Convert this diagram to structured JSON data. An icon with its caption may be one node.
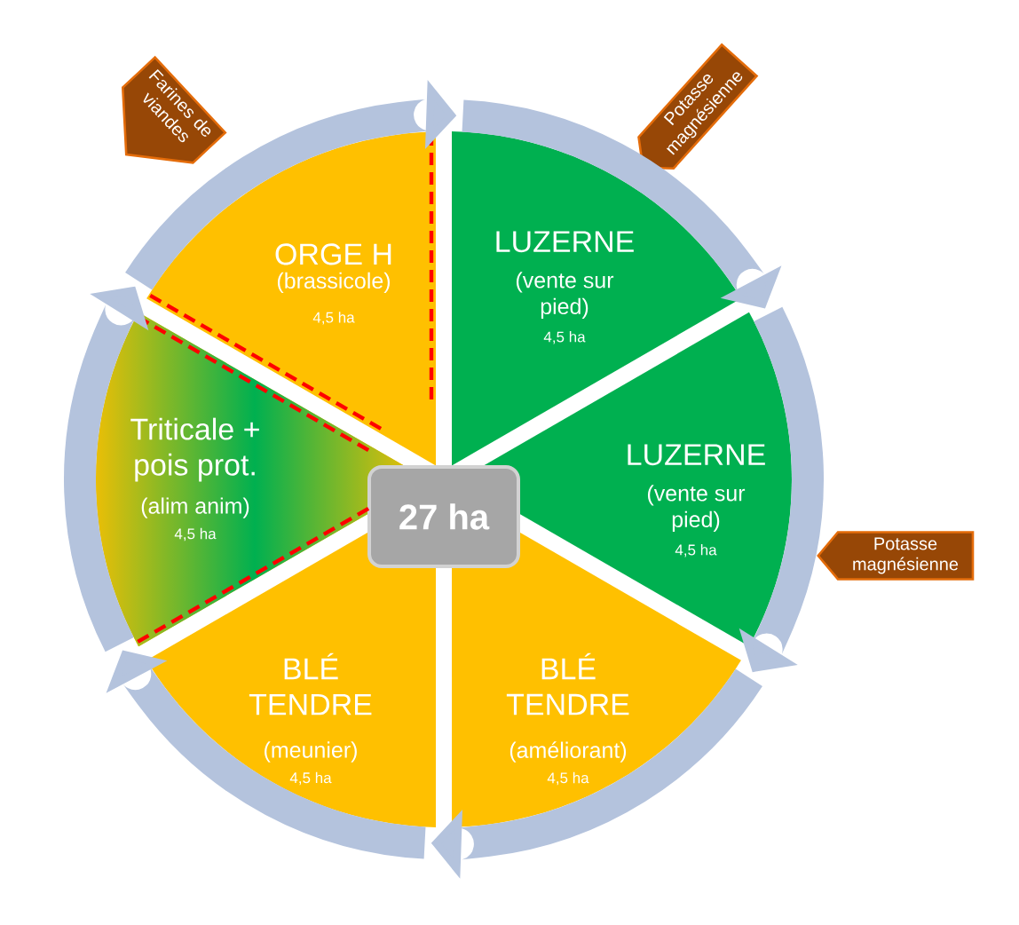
{
  "diagram": {
    "nodes": [
      {
        "text": [
          "ORGE H",
          "(brassicole)",
          "4,5 ha"
        ]
      },
      {
        "text": [
          "LUZERNE",
          "(vente sur pied)",
          "4,5 ha"
        ]
      },
      {
        "text": [
          "LUZERNE",
          "(vente sur pied)",
          "4,5 ha"
        ]
      },
      {
        "text": [
          "BLÉ TENDRE",
          "(améliorant)",
          "4,5 ha"
        ]
      },
      {
        "text": [
          "BLÉ TENDRE",
          "(meunier)",
          "4,5 ha"
        ]
      },
      {
        "text": [
          "Triticale + pois prot.",
          "(alim anim)",
          "4,5 ha"
        ]
      },
      {
        "text": [
          "27 ha"
        ]
      },
      {
        "text": [
          "Farines de viandes"
        ]
      },
      {
        "text": [
          "Potasse magnésienne"
        ]
      },
      {
        "text": [
          "Potasse magnésienne"
        ]
      }
    ],
    "edges": [
      {
        "from": 0,
        "to": 1,
        "arrow": "to"
      },
      {
        "from": 1,
        "to": 2,
        "arrow": "to"
      },
      {
        "from": 2,
        "to": 3,
        "arrow": "to"
      },
      {
        "from": 3,
        "to": 4,
        "arrow": "to"
      },
      {
        "from": 4,
        "to": 5,
        "arrow": "to"
      },
      {
        "from": 5,
        "to": 0,
        "arrow": "to"
      }
    ]
  }
}
